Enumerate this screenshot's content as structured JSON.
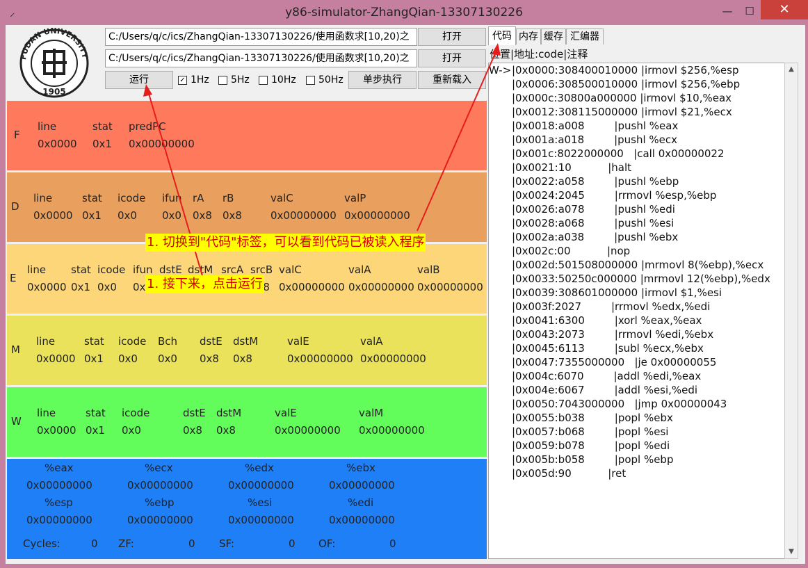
{
  "window": {
    "title": "y86-simulator-ZhangQian-13307130226",
    "minimize": "—",
    "maximize": "☐",
    "close": "✕"
  },
  "logo": {
    "text_top": "FUDAN UNIVERSITY",
    "year": "1905"
  },
  "toolbar": {
    "path1": "C:/Users/q/c/ics/ZhangQian-13307130226/使用函数求[10,20)之",
    "path2": "C:/Users/q/c/ics/ZhangQian-13307130226/使用函数求[10,20)之",
    "open1": "打开",
    "open2": "打开",
    "run": "运行",
    "freq": [
      {
        "label": "1Hz",
        "checked": true
      },
      {
        "label": "5Hz",
        "checked": false
      },
      {
        "label": "10Hz",
        "checked": false
      },
      {
        "label": "50Hz",
        "checked": false
      }
    ],
    "step": "单步执行",
    "reload": "重新载入"
  },
  "colors": {
    "F": "#ff7a5c",
    "D": "#e9a05e",
    "E": "#fcd679",
    "M": "#e9e25a",
    "W": "#62fd5a",
    "regs": "#1e7ff6"
  },
  "stages": {
    "F": {
      "letter": "F",
      "headers": [
        "line",
        "stat",
        "predPC"
      ],
      "values": [
        "0x0000",
        "0x1",
        "0x00000000"
      ]
    },
    "D": {
      "letter": "D",
      "headers": [
        "line",
        "stat",
        "icode",
        "ifun",
        "rA",
        "rB",
        "valC",
        "valP"
      ],
      "values": [
        "0x0000",
        "0x1",
        "0x0",
        "0x0",
        "0x8",
        "0x8",
        "0x00000000",
        "0x00000000"
      ]
    },
    "E": {
      "letter": "E",
      "headers": [
        "line",
        "stat",
        "icode",
        "ifun",
        "dstE",
        "dstM",
        "srcA",
        "srcB",
        "valC",
        "valA",
        "valB"
      ],
      "values": [
        "0x0000",
        "0x1",
        "0x0",
        "0x0",
        "0x8",
        "0x8",
        "0x8",
        "0x8",
        "0x00000000",
        "0x00000000",
        "0x00000000"
      ]
    },
    "M": {
      "letter": "M",
      "headers": [
        "line",
        "stat",
        "icode",
        "Bch",
        "dstE",
        "dstM",
        "valE",
        "valA"
      ],
      "values": [
        "0x0000",
        "0x1",
        "0x0",
        "0x0",
        "0x8",
        "0x8",
        "0x00000000",
        "0x00000000"
      ]
    },
    "W": {
      "letter": "W",
      "headers": [
        "line",
        "stat",
        "icode",
        "dstE",
        "dstM",
        "valE",
        "valM"
      ],
      "values": [
        "0x0000",
        "0x1",
        "0x0",
        "0x8",
        "0x8",
        "0x00000000",
        "0x00000000"
      ]
    }
  },
  "registers": {
    "row1_names": [
      "%eax",
      "%ecx",
      "%edx",
      "%ebx"
    ],
    "row1_values": [
      "0x00000000",
      "0x00000000",
      "0x00000000",
      "0x00000000"
    ],
    "row2_names": [
      "%esp",
      "%ebp",
      "%esi",
      "%edi"
    ],
    "row2_values": [
      "0x00000000",
      "0x00000000",
      "0x00000000",
      "0x00000000"
    ],
    "cycles_label": "Cycles:",
    "cycles": "0",
    "zf_label": "ZF:",
    "zf": "0",
    "sf_label": "SF:",
    "sf": "0",
    "of_label": "OF:",
    "of": "0"
  },
  "tabs": [
    "代码",
    "内存",
    "缓存",
    "汇编器"
  ],
  "code": {
    "header": "位置|地址:code|注释",
    "pointer": "W->",
    "lines": [
      "|0x0000:308400010000 |irmovl $256,%esp",
      "|0x0006:308500010000 |irmovl $256,%ebp",
      "|0x000c:30800a000000 |irmovl $10,%eax",
      "|0x0012:308115000000 |irmovl $21,%ecx",
      "|0x0018:a008         |pushl %eax",
      "|0x001a:a018         |pushl %ecx",
      "|0x001c:8022000000   |call 0x00000022",
      "|0x0021:10           |halt",
      "|0x0022:a058         |pushl %ebp",
      "|0x0024:2045         |rrmovl %esp,%ebp",
      "|0x0026:a078         |pushl %edi",
      "|0x0028:a068         |pushl %esi",
      "|0x002a:a038         |pushl %ebx",
      "|0x002c:00           |nop",
      "|0x002d:501508000000 |mrmovl 8(%ebp),%ecx",
      "|0x0033:50250c000000 |mrmovl 12(%ebp),%edx",
      "|0x0039:308601000000 |irmovl $1,%esi",
      "|0x003f:2027         |rrmovl %edx,%edi",
      "|0x0041:6300         |xorl %eax,%eax",
      "|0x0043:2073         |rrmovl %edi,%ebx",
      "|0x0045:6113         |subl %ecx,%ebx",
      "|0x0047:7355000000   |je 0x00000055",
      "|0x004c:6070         |addl %edi,%eax",
      "|0x004e:6067         |addl %esi,%edi",
      "|0x0050:7043000000   |jmp 0x00000043",
      "|0x0055:b038         |popl %ebx",
      "|0x0057:b068         |popl %esi",
      "|0x0059:b078         |popl %edi",
      "|0x005b:b058         |popl %ebp",
      "|0x005d:90           |ret"
    ]
  },
  "annotations": {
    "code_tab": "1. 切换到\"代码\"标签，可以看到代码已被读入程序",
    "run": "1. 接下来，点击运行"
  }
}
